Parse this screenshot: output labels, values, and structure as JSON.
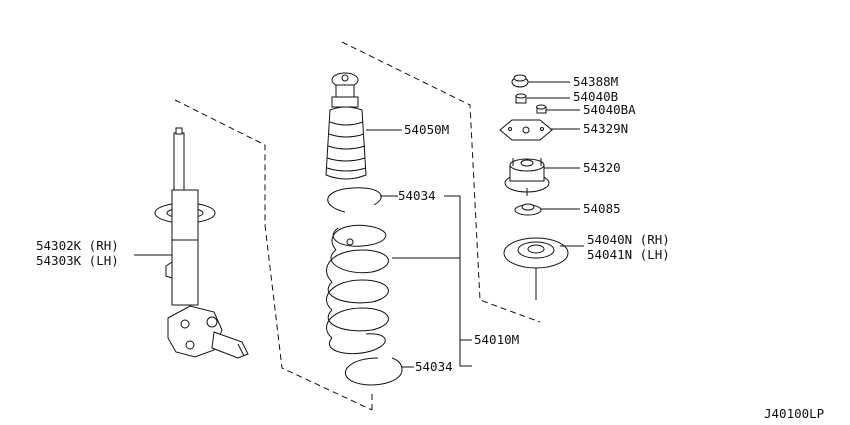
{
  "parts": {
    "bump_stop_cap": "54388M",
    "nut_b": "54040B",
    "nut_ba": "54040BA",
    "mount_plate": "54329N",
    "strut_mount": "54320",
    "bearing": "54085",
    "seat_rh": "54040N (RH)",
    "seat_lh": "54041N (LH)",
    "bump_boot": "54050M",
    "spring_seat_upper": "54034",
    "spring_seat_lower": "54034",
    "spring": "54010M",
    "strut_rh": "54302K (RH)",
    "strut_lh": "54303K (LH)"
  },
  "diagram_code": "J40100LP"
}
